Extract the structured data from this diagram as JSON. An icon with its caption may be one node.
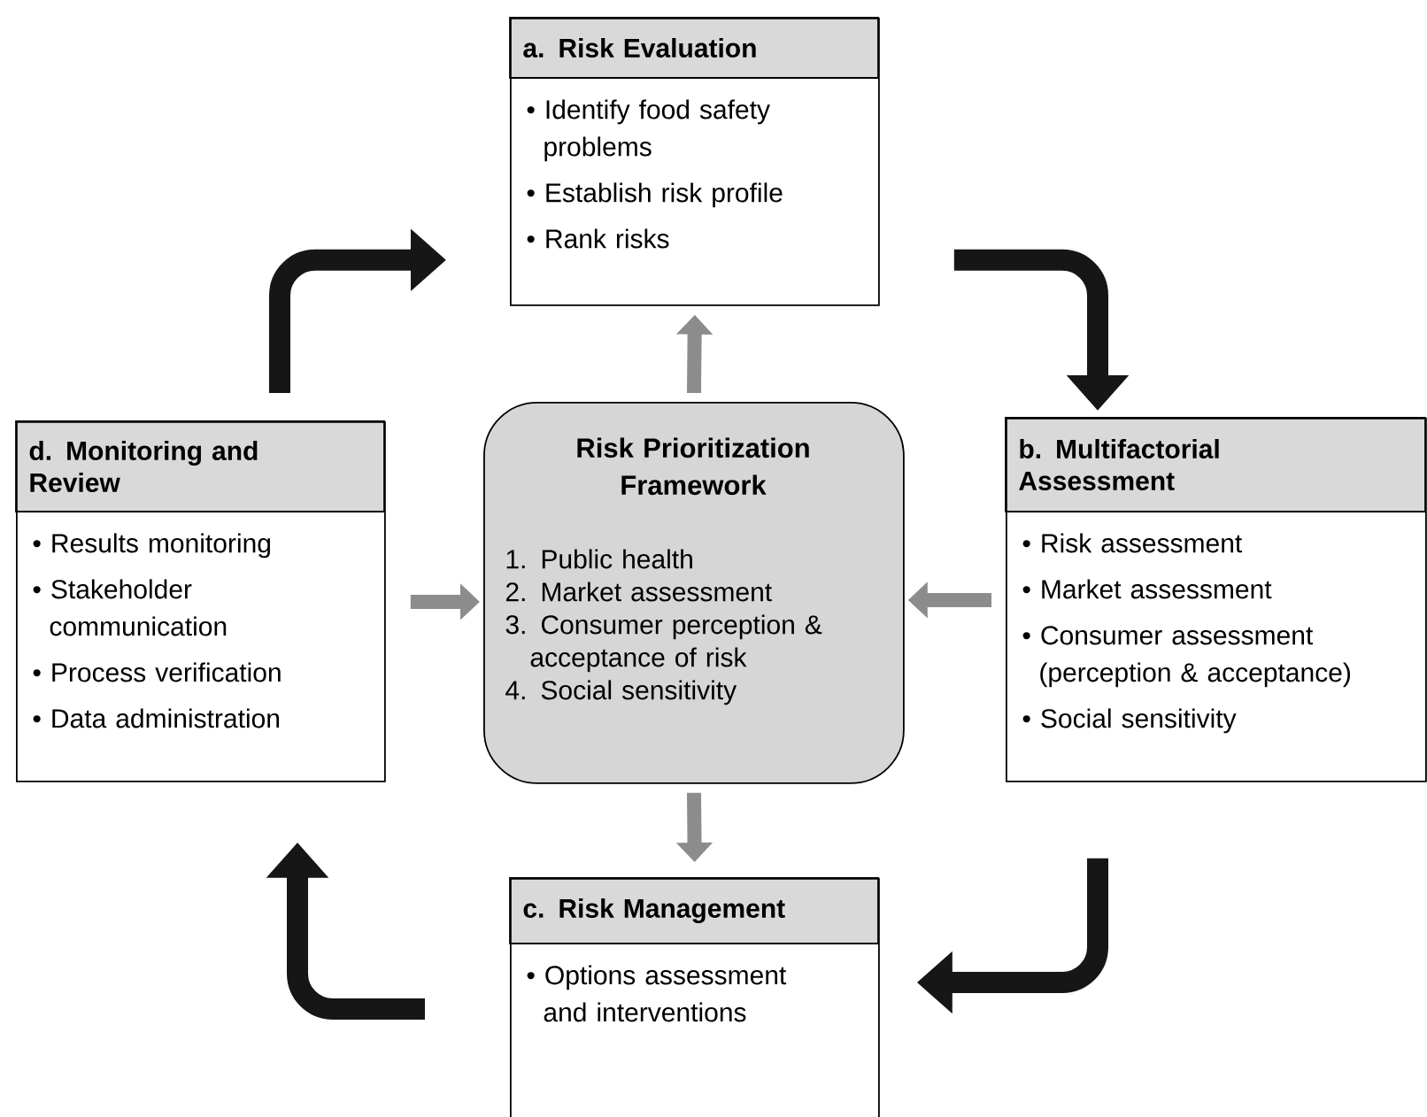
{
  "diagram": {
    "nodes": [
      {
        "text": [
          "a. Risk Evaluation",
          "• Identify food safety problems",
          "• Establish risk profile",
          "• Rank risks"
        ]
      },
      {
        "text": [
          "d. Monitoring and Review",
          "• Results monitoring",
          "• Stakeholder communication",
          "• Process verification",
          "• Data administration"
        ]
      },
      {
        "text": [
          "Risk Prioritization Framework",
          "1. Public health",
          "2. Market assessment",
          "3. Consumer perception & acceptance of risk",
          "4. Social sensitivity"
        ]
      },
      {
        "text": [
          "b. Multifactorial Assessment",
          "• Risk assessment",
          "• Market assessment",
          "• Consumer assessment (perception & acceptance)",
          "• Social sensitivity"
        ]
      },
      {
        "text": [
          "c. Risk Management",
          "• Options assessment and interventions"
        ]
      }
    ],
    "edges": [
      {
        "from": 1,
        "to": 0,
        "arrow": "to"
      },
      {
        "from": 0,
        "to": 3,
        "arrow": "to"
      },
      {
        "from": 3,
        "to": 4,
        "arrow": "to"
      },
      {
        "from": 4,
        "to": 1,
        "arrow": "to"
      },
      {
        "from": 2,
        "to": 0,
        "arrow": "to",
        "color": "#8c8c8c"
      },
      {
        "from": 2,
        "to": 4,
        "arrow": "to",
        "color": "#8c8c8c"
      },
      {
        "from": 1,
        "to": 2,
        "arrow": "to",
        "color": "#8c8c8c"
      },
      {
        "from": 3,
        "to": 2,
        "arrow": "to",
        "color": "#8c8c8c"
      }
    ]
  }
}
